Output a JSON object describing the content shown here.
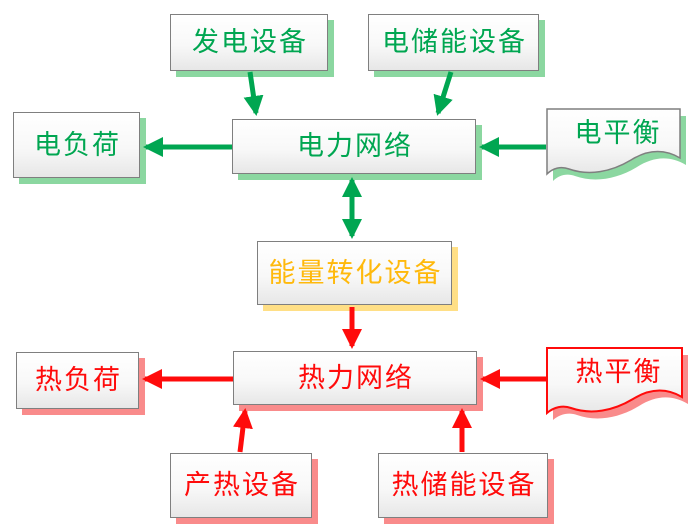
{
  "colors": {
    "electric": "#00A651",
    "thermal": "#FF0B0B",
    "conversion": "#FFB90C",
    "electric-shadow": "#8BD7A0",
    "thermal-shadow": "#F98B8B",
    "conversion-shadow": "#FFDF86",
    "box-border": "#7F7F7F"
  },
  "nodes": {
    "power_generation": {
      "label": "发电设备"
    },
    "electric_storage": {
      "label": "电储能设备"
    },
    "electric_load": {
      "label": "电负荷"
    },
    "power_network": {
      "label": "电力网络"
    },
    "electric_balance": {
      "label": "电平衡"
    },
    "energy_conversion": {
      "label": "能量转化设备"
    },
    "heat_network": {
      "label": "热力网络"
    },
    "heat_load": {
      "label": "热负荷"
    },
    "heat_balance": {
      "label": "热平衡"
    },
    "heat_generation": {
      "label": "产热设备"
    },
    "heat_storage": {
      "label": "热储能设备"
    }
  },
  "edges": [
    {
      "from": "发电设备",
      "to": "电力网络",
      "direction": "one-way",
      "color": "green"
    },
    {
      "from": "电储能设备",
      "to": "电力网络",
      "direction": "one-way",
      "color": "green"
    },
    {
      "from": "电力网络",
      "to": "电负荷",
      "direction": "one-way",
      "color": "green"
    },
    {
      "from": "电平衡",
      "to": "电力网络",
      "direction": "one-way",
      "color": "green"
    },
    {
      "from": "电力网络",
      "to": "能量转化设备",
      "direction": "two-way",
      "color": "green"
    },
    {
      "from": "能量转化设备",
      "to": "热力网络",
      "direction": "one-way",
      "color": "red"
    },
    {
      "from": "热力网络",
      "to": "热负荷",
      "direction": "one-way",
      "color": "red"
    },
    {
      "from": "热平衡",
      "to": "热力网络",
      "direction": "one-way",
      "color": "red"
    },
    {
      "from": "产热设备",
      "to": "热力网络",
      "direction": "one-way",
      "color": "red"
    },
    {
      "from": "热储能设备",
      "to": "热力网络",
      "direction": "one-way",
      "color": "red"
    }
  ]
}
